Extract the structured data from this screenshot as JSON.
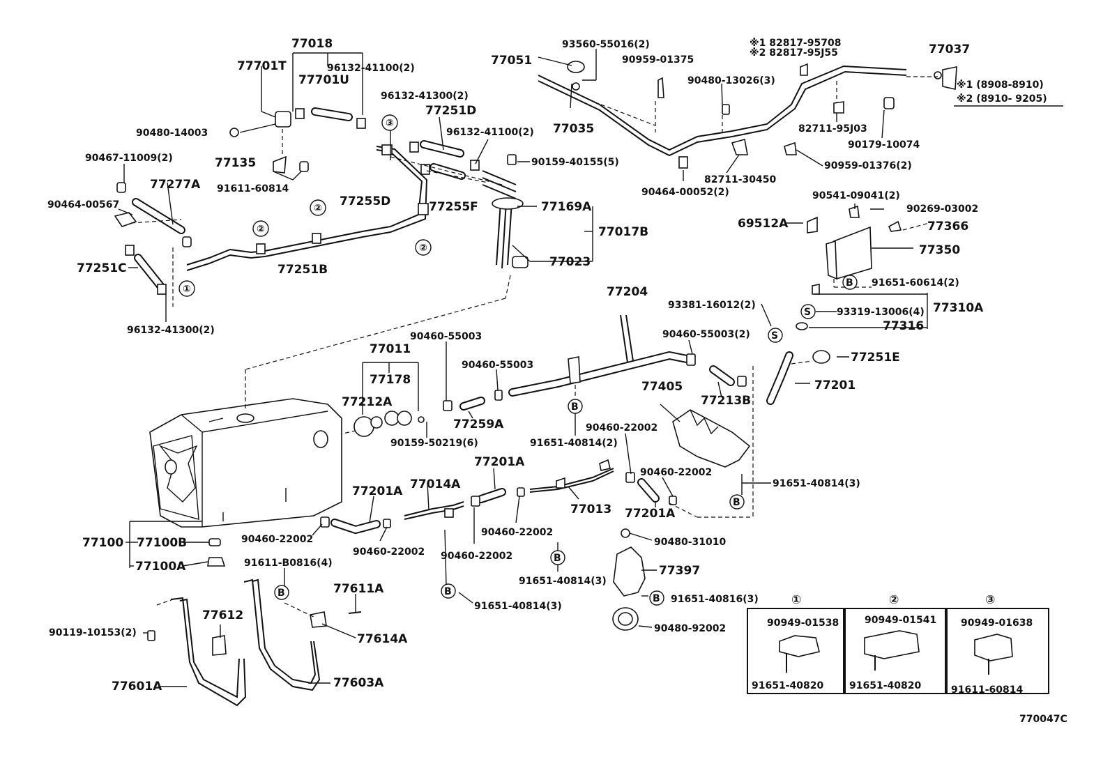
{
  "diagram_id": "770047C",
  "callouts": {
    "c1": "①",
    "c2": "②",
    "c3": "③",
    "b": "B",
    "s": "S"
  },
  "note": {
    "star1_part": "※1 82817-95708",
    "star2_part": "※2 82817-95J55",
    "star1_range": "※1 (8908-8910)",
    "star2_range": "※2 (8910- 9205)"
  },
  "labels": {
    "p77018": "77018",
    "p77701T": "77701T",
    "p77701U": "77701U",
    "p96132_41100_a": "96132-41100(2)",
    "p90480_14003": "90480-14003",
    "p96132_41300_a": "96132-41300(2)",
    "p77251D": "77251D",
    "p96132_41100_b": "96132-41100(2)",
    "p90467_11009": "90467-11009(2)",
    "p77135": "77135",
    "p77277A": "77277A",
    "p91611_60814": "91611-60814",
    "p90159_40155": "90159-40155(5)",
    "p90464_00567": "90464-00567",
    "p77255D": "77255D",
    "p77255F": "77255F",
    "p77169A": "77169A",
    "p77017B": "77017B",
    "p77251C": "77251C",
    "p77251B": "77251B",
    "p77023": "77023",
    "p96132_41300_b": "96132-41300(2)",
    "p77051": "77051",
    "p93560_55016": "93560-55016(2)",
    "p90959_01375": "90959-01375",
    "p90480_13026": "90480-13026(3)",
    "p77037": "77037",
    "p77035": "77035",
    "p82711_95J03": "82711-95J03",
    "p90179_10074": "90179-10074",
    "p90959_01376": "90959-01376(2)",
    "p82711_30450": "82711-30450",
    "p90464_00052": "90464-00052(2)",
    "p90541_09041": "90541-09041(2)",
    "p90269_03002": "90269-03002",
    "p69512A": "69512A",
    "p77366": "77366",
    "p77350": "77350",
    "p91651_60614": "91651-60614(2)",
    "p77204": "77204",
    "p93381_16012": "93381-16012(2)",
    "p93319_13006": "93319-13006(4)",
    "p77310A": "77310A",
    "p77316": "77316",
    "p90460_55003_a": "90460-55003",
    "p90460_55003_b": "90460-55003",
    "p90460_55003_c": "90460-55003(2)",
    "p77251E": "77251E",
    "p77011": "77011",
    "p77178": "77178",
    "p77212A": "77212A",
    "p77259A": "77259A",
    "p90159_50219": "90159-50219(6)",
    "p91651_40814_a": "91651-40814(2)",
    "p77405": "77405",
    "p77213B": "77213B",
    "p77201": "77201",
    "p90460_22002_a": "90460-22002",
    "p77201A_a": "77201A",
    "p90460_22002_b": "90460-22002",
    "p91651_40814_b": "91651-40814(3)",
    "p77201A_b": "77201A",
    "p77014A": "77014A",
    "p77013": "77013",
    "p77201A_c": "77201A",
    "p77100": "77100",
    "p77100B": "77100B",
    "p77100A": "77100A",
    "p90460_22002_c": "90460-22002",
    "p90460_22002_d": "90460-22002",
    "p90460_22002_e": "90460-22002",
    "p90460_22002_f": "90460-22002",
    "p90480_31010": "90480-31010",
    "p91611_B0816": "91611-B0816(4)",
    "p77611A": "77611A",
    "p91651_40814_c": "91651-40814(3)",
    "p77397": "77397",
    "p91651_40816": "91651-40816(3)",
    "p91651_40814_d": "91651-40814(3)",
    "p90119_10153": "90119-10153(2)",
    "p77612": "77612",
    "p77614A": "77614A",
    "p90480_92002": "90480-92002",
    "p77601A": "77601A",
    "p77603A": "77603A"
  },
  "inset": {
    "box1_part": "90949-01538",
    "box1_bolt": "91651-40820",
    "box2_part": "90949-01541",
    "box2_bolt": "91651-40820",
    "box3_part": "90949-01638",
    "box3_bolt": "91611-60814"
  }
}
